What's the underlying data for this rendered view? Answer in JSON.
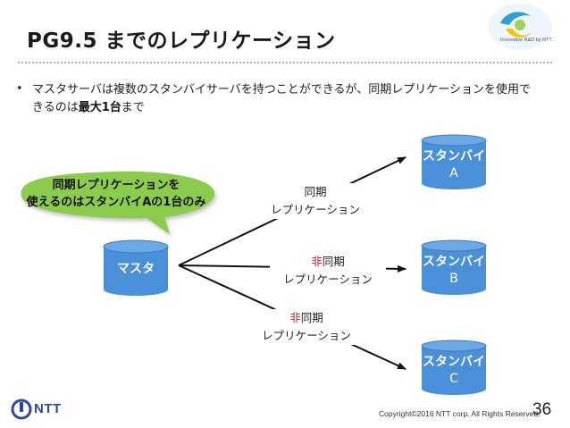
{
  "slide": {
    "title": "PG9.5 までのレプリケーション",
    "logo_tagline": "Innovative R&D by NTT",
    "bullet_pre": "マスタサーバは複数のスタンバイサーバを持つことができるが、同期レプリケーションを使用できるのは",
    "bullet_bold": "最大1台",
    "bullet_post": "まで",
    "bubble_line1": "同期レプリケーションを",
    "bubble_line2": "使えるのはスタンバイAの1台のみ",
    "master_label": "マスタ",
    "standby_label": "スタンバイ",
    "standby_a": "A",
    "standby_b": "B",
    "standby_c": "C",
    "sync_line1": "同期",
    "sync_line2": "レプリケーション",
    "async_b_prefix": "非",
    "async_b_rest": "同期",
    "async_b_line2": "レプリケーション",
    "async_c_prefix": "非",
    "async_c_rest": "同期",
    "async_c_line2": "レプリケーション",
    "footer_brand": "NTT",
    "copyright": "Copyright©2016 NTT corp. All Rights Reserved.",
    "page_number": "36"
  },
  "colors": {
    "node_fill": "#4a90d9",
    "node_top": "#5fa0e2",
    "bubble_fill": "#8ccc4e",
    "async_red": "#e8141b",
    "title_rule": "#9bb8d8"
  }
}
